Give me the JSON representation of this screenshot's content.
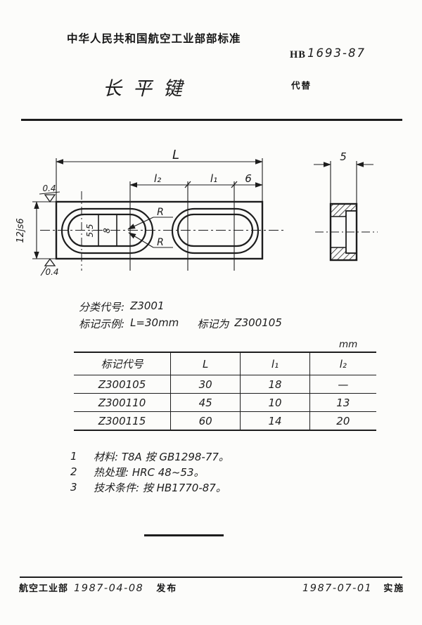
{
  "header": {
    "org_standard": "中华人民共和国航空工业部部标准",
    "code_prefix": "HB",
    "code_number": "1693-87",
    "title": "长平键",
    "replaces_label": "代替"
  },
  "drawing": {
    "dim_L": "L",
    "dim_l2": "l₂",
    "dim_l1": "l₁",
    "dim_6": "6",
    "dim_5": "5",
    "dim_height": "12js6",
    "dim_5_5": "5.5",
    "dim_8": "8",
    "radius_label_top": "R",
    "radius_label_bottom": "R",
    "roughness_top": "0.4",
    "roughness_bottom": "0.4"
  },
  "classification": {
    "class_label": "分类代号:",
    "class_code": "Z3001",
    "example_label": "标记示例:",
    "example_condition": "L=30mm",
    "example_designation_label": "标记为",
    "example_designation": "Z300105"
  },
  "table": {
    "unit": "mm",
    "headers": [
      "标记代号",
      "L",
      "l₁",
      "l₂"
    ],
    "rows": [
      [
        "Z300105",
        "30",
        "18",
        "—"
      ],
      [
        "Z300110",
        "45",
        "10",
        "13"
      ],
      [
        "Z300115",
        "60",
        "14",
        "20"
      ]
    ]
  },
  "notes": [
    {
      "no": "1",
      "text": "材料: T8A  按 GB1298-77。"
    },
    {
      "no": "2",
      "text": "热处理: HRC 48~53。"
    },
    {
      "no": "3",
      "text": "技术条件: 按 HB1770-87。"
    }
  ],
  "footer": {
    "org": "航空工业部",
    "issue_date": "1987-04-08",
    "issue_label": "发布",
    "impl_date": "1987-07-01",
    "impl_label": "实施"
  }
}
